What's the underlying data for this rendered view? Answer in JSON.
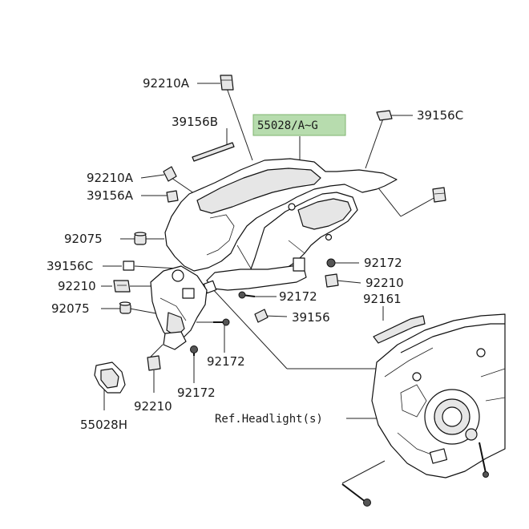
{
  "colors": {
    "highlight": "#b7dcae",
    "line": "#222222",
    "background": "#ffffff"
  },
  "labels": {
    "p92210A_top": "92210A",
    "p39156B": "39156B",
    "p55028AG": "55028/A~G",
    "p39156C_top": "39156C",
    "p92210A_mid": "92210A",
    "p39156A": "39156A",
    "p92075_top": "92075",
    "p39156C_left": "39156C",
    "p92210_left": "92210",
    "p92075_mid": "92075",
    "p92172_right": "92172",
    "p92210_right": "92210",
    "p92172_center": "92172",
    "p39156": "39156",
    "p92161": "92161",
    "p92172_lower": "92172",
    "p92172_bottom": "92172",
    "p92210_bottom": "92210",
    "p55028H": "55028H",
    "ref_headlights": "Ref.Headlight(s)"
  }
}
